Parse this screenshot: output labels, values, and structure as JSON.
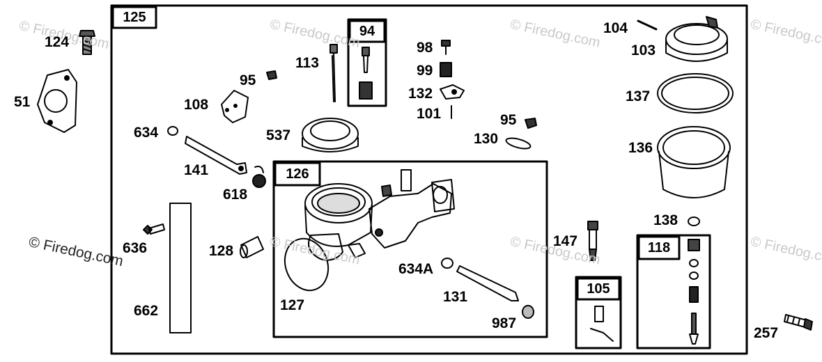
{
  "watermark": "© Firedog.com",
  "boxes": {
    "main": "125",
    "jet": "94",
    "body": "126",
    "float_valve": "118",
    "needle": "105"
  },
  "labels": {
    "l124": "124",
    "l51": "51",
    "l95a": "95",
    "l113": "113",
    "l108": "108",
    "l634": "634",
    "l537": "537",
    "l141": "141",
    "l618": "618",
    "l636": "636",
    "l128": "128",
    "l662": "662",
    "l127": "127",
    "l98": "98",
    "l99": "99",
    "l132": "132",
    "l101": "101",
    "l95b": "95",
    "l130": "130",
    "l634a": "634A",
    "l131": "131",
    "l987": "987",
    "l147": "147",
    "l104": "104",
    "l103": "103",
    "l137": "137",
    "l136": "136",
    "l138": "138",
    "l257": "257"
  }
}
